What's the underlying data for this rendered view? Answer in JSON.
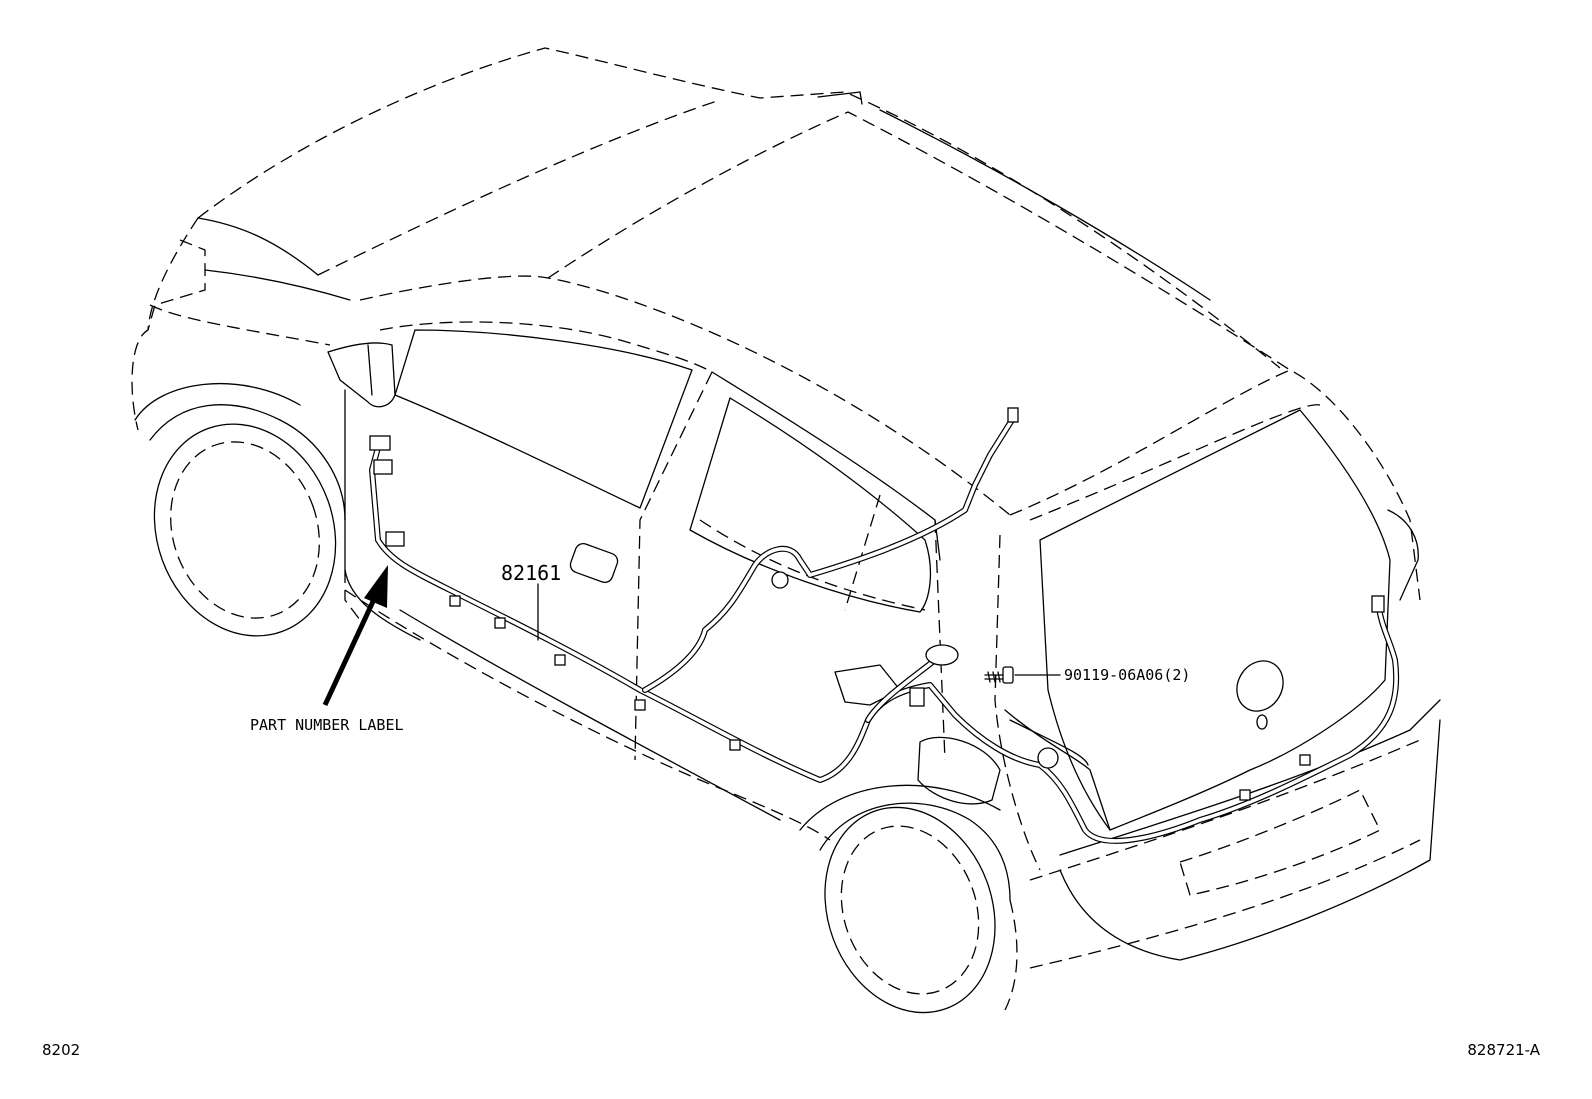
{
  "labels": {
    "harness_part": "82161",
    "bolt_part": "90119-06A06(2)",
    "part_number_label": "PART NUMBER LABEL"
  },
  "footer": {
    "left_code": "8202",
    "right_code": "828721-A"
  },
  "colors": {
    "line": "#000000",
    "background": "#ffffff"
  }
}
